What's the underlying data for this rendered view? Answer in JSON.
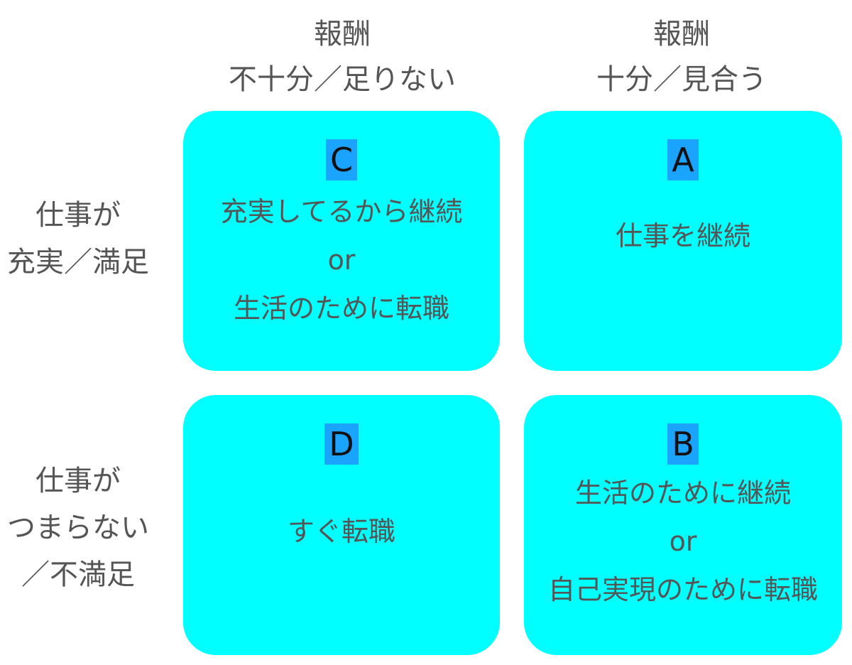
{
  "columns": {
    "left": {
      "line1": "報酬",
      "line2": "不十分／足りない"
    },
    "right": {
      "line1": "報酬",
      "line2": "十分／見合う"
    }
  },
  "rows": {
    "top": {
      "line1": "仕事が",
      "line2": "充実／満足"
    },
    "bottom": {
      "line1": "仕事が",
      "line2": "つまらない",
      "line3": "／不満足"
    }
  },
  "quadrants": {
    "C": {
      "letter": "C",
      "line1": "充実してるから継続",
      "line2": "or",
      "line3": "生活のために転職"
    },
    "A": {
      "letter": "A",
      "line1": "仕事を継続"
    },
    "D": {
      "letter": "D",
      "line1": "すぐ転職"
    },
    "B": {
      "letter": "B",
      "line1": "生活のために継続",
      "line2": "or",
      "line3": "自己実現のために転職"
    }
  },
  "colors": {
    "cell_background": "#00ffff",
    "badge_background": "#1aa3ff",
    "text": "#555555"
  }
}
